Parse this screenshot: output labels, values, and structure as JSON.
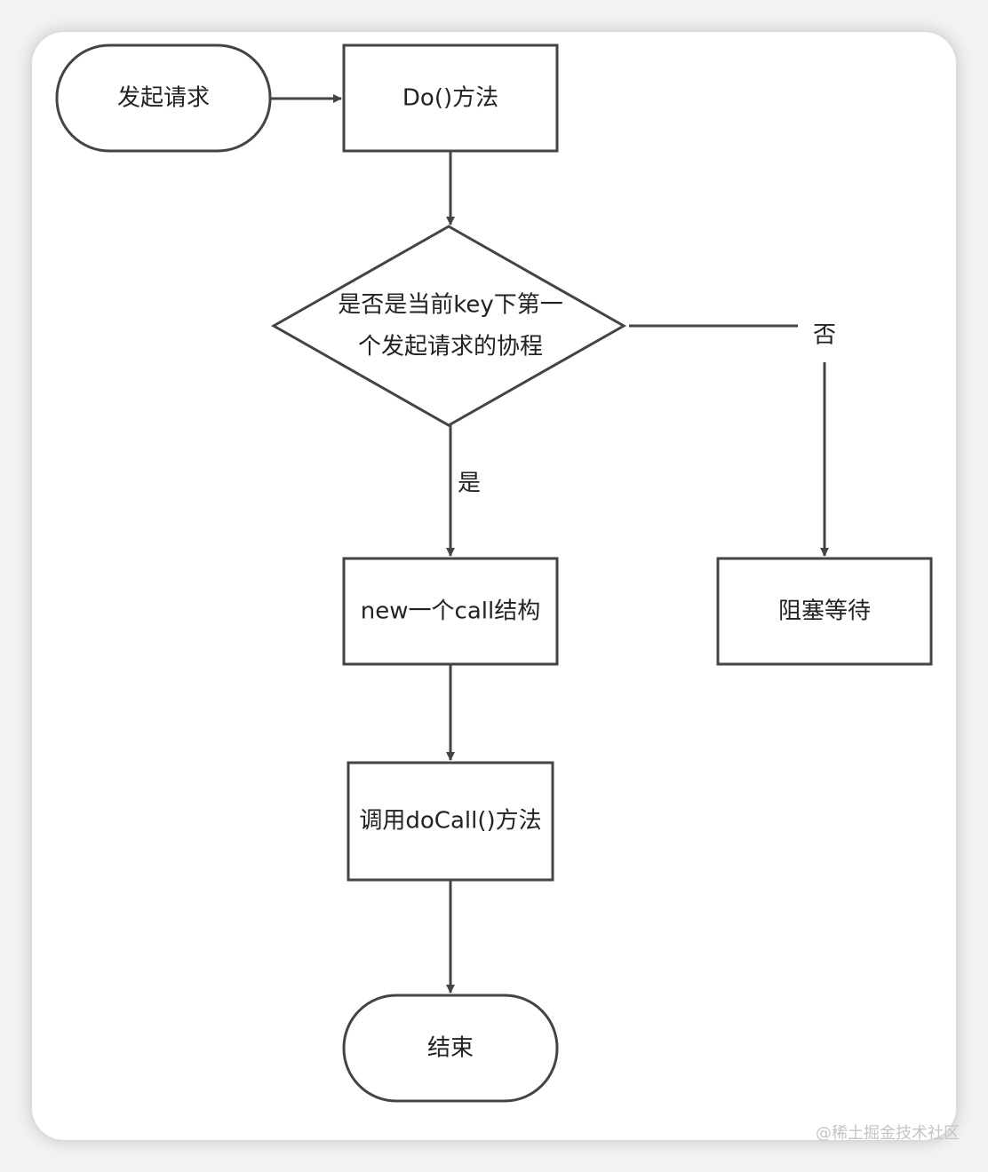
{
  "nodes": {
    "start": "发起请求",
    "do_method": "Do()方法",
    "decision_line1": "是否是当前key下第一",
    "decision_line2": "个发起请求的协程",
    "new_call": "new一个call结构",
    "block_wait": "阻塞等待",
    "do_call": "调用doCall()方法",
    "end": "结束"
  },
  "edges": {
    "yes_label": "是",
    "no_label": "否"
  },
  "watermark": "@稀土掘金技术社区",
  "colors": {
    "stroke": "#444444",
    "text": "#222222",
    "background": "#ffffff"
  }
}
